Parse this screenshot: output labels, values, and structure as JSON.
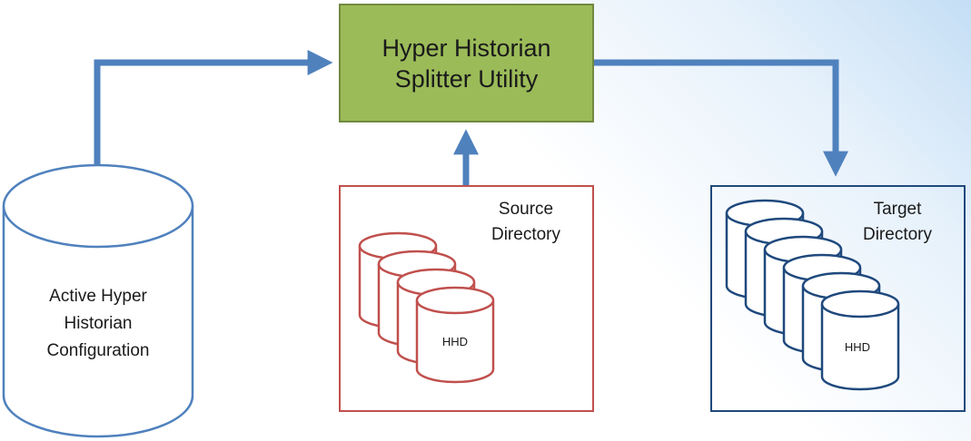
{
  "splitter": {
    "line1": "Hyper Historian",
    "line2": "Splitter Utility",
    "fill": "#9bbb59",
    "border": "#71893f"
  },
  "config": {
    "line1": "Active Hyper",
    "line2": "Historian",
    "line3": "Configuration",
    "stroke": "#4f81bd"
  },
  "source": {
    "line1": "Source",
    "line2": "Directory",
    "disk_label": "HHD",
    "stroke": "#c0504d"
  },
  "target": {
    "line1": "Target",
    "line2": "Directory",
    "disk_label": "HHD",
    "stroke": "#1f497d"
  },
  "arrow_color": "#4f81bd"
}
